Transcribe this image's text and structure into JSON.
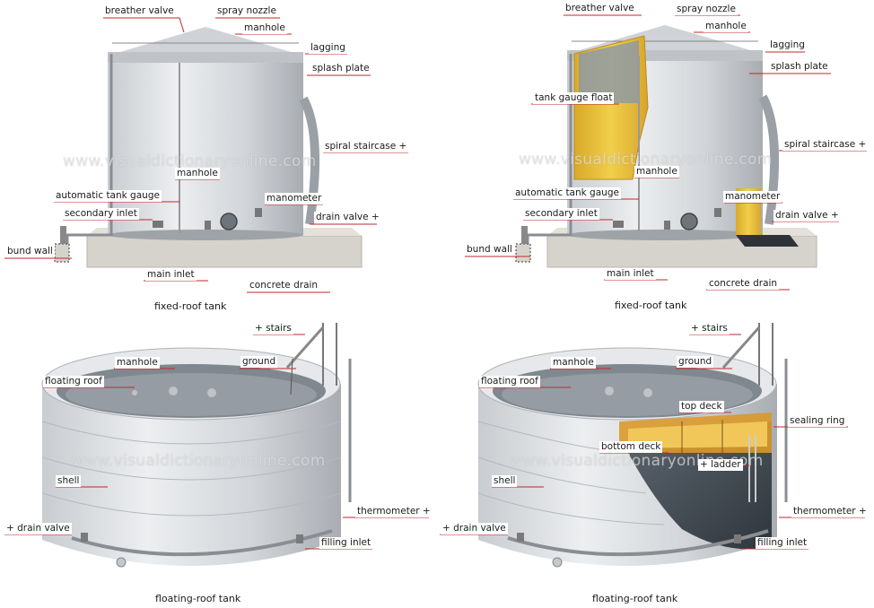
{
  "watermark": "www.visualdictionaryonline.com",
  "colors": {
    "leader": "#c0272d",
    "tank_body": "#d9dcdf",
    "tank_shadow": "#a9adb2",
    "cutaway_yellow": "#e7c13f",
    "cutaway_orange": "#d9992b",
    "concrete": "#d6d3cc"
  },
  "panels": {
    "fixed_left": {
      "caption": "fixed-roof tank",
      "labels": {
        "breather_valve": "breather valve",
        "spray_nozzle": "spray nozzle",
        "manhole_top": "manhole",
        "lagging": "lagging",
        "splash_plate": "splash plate",
        "spiral_staircase": "spiral staircase +",
        "manhole": "manhole",
        "automatic_tank_gauge": "automatic tank gauge",
        "manometer": "manometer",
        "secondary_inlet": "secondary inlet",
        "drain_valve": "drain valve +",
        "bund_wall": "bund wall",
        "main_inlet": "main inlet",
        "concrete_drain": "concrete drain"
      }
    },
    "fixed_right": {
      "caption": "fixed-roof tank",
      "labels": {
        "breather_valve": "breather valve",
        "spray_nozzle": "spray nozzle",
        "manhole_top": "manhole",
        "lagging": "lagging",
        "splash_plate": "splash plate",
        "tank_gauge_float": "tank gauge float",
        "spiral_staircase": "spiral staircase +",
        "manhole": "manhole",
        "automatic_tank_gauge": "automatic tank gauge",
        "manometer": "manometer",
        "secondary_inlet": "secondary inlet",
        "drain_valve": "drain valve +",
        "bund_wall": "bund wall",
        "main_inlet": "main inlet",
        "concrete_drain": "concrete drain"
      }
    },
    "floating_left": {
      "caption": "floating-roof tank",
      "labels": {
        "stairs": "+ stairs",
        "manhole": "manhole",
        "ground": "ground",
        "floating_roof": "floating roof",
        "shell": "shell",
        "thermometer": "thermometer +",
        "drain_valve": "+ drain valve",
        "filling_inlet": "filling inlet"
      }
    },
    "floating_right": {
      "caption": "floating-roof tank",
      "labels": {
        "stairs": "+ stairs",
        "manhole": "manhole",
        "ground": "ground",
        "floating_roof": "floating roof",
        "top_deck": "top deck",
        "sealing_ring": "sealing ring",
        "bottom_deck": "bottom deck",
        "ladder": "+ ladder",
        "shell": "shell",
        "thermometer": "thermometer +",
        "drain_valve": "+ drain valve",
        "filling_inlet": "filling inlet"
      }
    }
  }
}
